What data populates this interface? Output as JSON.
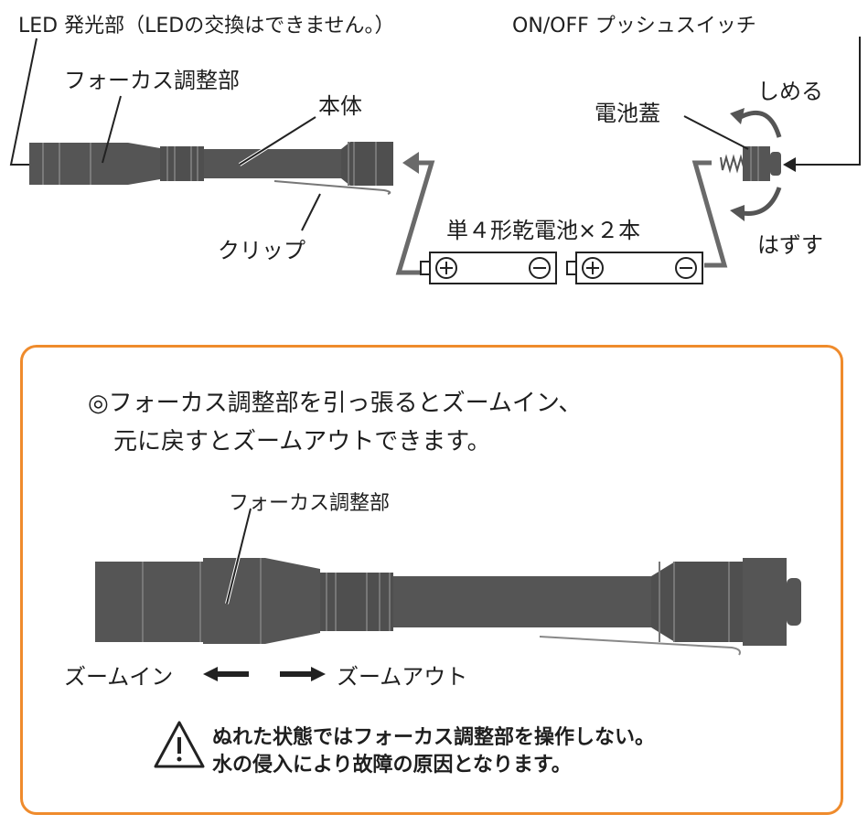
{
  "top": {
    "led_label": "LED 発光部（LEDの交換はできません。）",
    "focus_label": "フォーカス調整部",
    "body_label": "本体",
    "clip_label": "クリップ",
    "switch_label": "ON/OFF プッシュスイッチ",
    "cap_label": "電池蓋",
    "tighten_label": "しめる",
    "remove_label": "はずす",
    "battery_label": "単４形乾電池×２本",
    "plus_symbol": "+",
    "minus_symbol": "−"
  },
  "panel": {
    "note_line1": "◎フォーカス調整部を引っ張るとズームイン、",
    "note_line2": "元に戻すとズームアウトできます。",
    "focus_label": "フォーカス調整部",
    "zoom_in": "ズームイン",
    "zoom_out": "ズームアウト",
    "warning_line1": "ぬれた状態ではフォーカス調整部を操作しない。",
    "warning_line2": "水の侵入により故障の原因となります。",
    "border_color": "#ef8b2c"
  },
  "icons": {
    "warning": "warning-triangle-icon",
    "rotate": "rotate-arrow-icon",
    "arrow": "arrow-icon"
  }
}
